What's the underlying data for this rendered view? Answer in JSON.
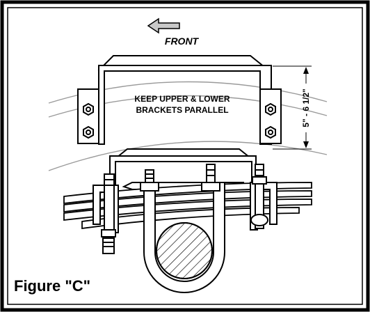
{
  "figure": {
    "front_label": "FRONT",
    "instruction_line1": "KEEP UPPER & LOWER",
    "instruction_line2": "BRACKETS PARALLEL",
    "dimension_label": "5\" - 6 1/2\"",
    "caption": "Figure \"C\""
  },
  "icons": {
    "front_arrow": "left-arrow-icon"
  }
}
